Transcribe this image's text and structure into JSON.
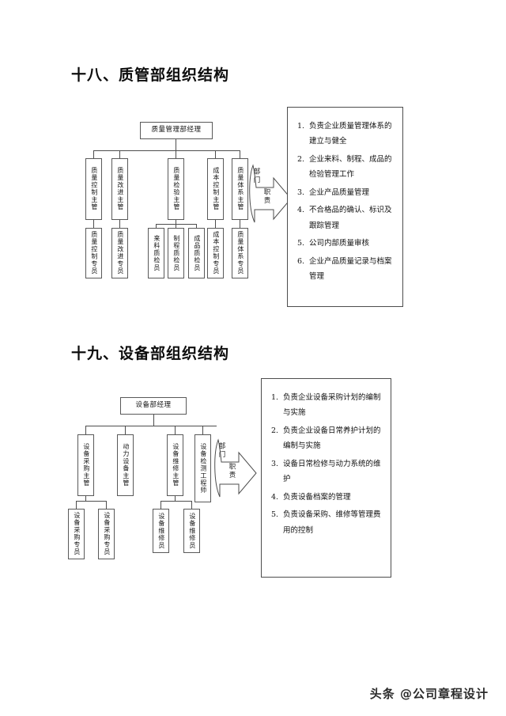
{
  "document": {
    "footer_watermark": "头条 @公司章程设计"
  },
  "sections": [
    {
      "title": "十八、质管部组织结构",
      "chart": {
        "root": "质量管理部经理",
        "level2": [
          "质量控制主管",
          "质量改进主管",
          "质量检验主管",
          "成本控制主管",
          "质量体系主管"
        ],
        "level3": [
          "质量控制专员",
          "质量改进专员",
          "来料质检员",
          "制程质检员",
          "成品质检员",
          "成本控制专员",
          "质量体系专员"
        ]
      },
      "arrow_label_1": "部门",
      "arrow_label_2": "职责",
      "duties": [
        {
          "num": "1.",
          "text": "负责企业质量管理体系的建立与健全"
        },
        {
          "num": "2.",
          "text": "企业来料、制程、成品的检验管理工作"
        },
        {
          "num": "3.",
          "text": "企业产品质量管理"
        },
        {
          "num": "4.",
          "text": "不合格品的确认、标识及跟踪管理"
        },
        {
          "num": "5.",
          "text": "公司内部质量审核"
        },
        {
          "num": "6.",
          "text": "企业产品质量记录与档案管理"
        }
      ]
    },
    {
      "title": "十九、设备部组织结构",
      "chart": {
        "root": "设备部经理",
        "level2": [
          "设备采购主管",
          "动力设备主管",
          "设备维修主管",
          "设备检测工程师"
        ],
        "level3": [
          "设备采购专员",
          "设备采购专员",
          "设备维修员",
          "设备维修员"
        ]
      },
      "arrow_label_1": "部门",
      "arrow_label_2": "职责",
      "duties": [
        {
          "num": "1.",
          "text": "负责企业设备采购计划的编制与实施"
        },
        {
          "num": "2.",
          "text": "负责企业设备日常养护计划的编制与实施"
        },
        {
          "num": "3.",
          "text": "设备日常检修与动力系统的维护"
        },
        {
          "num": "4.",
          "text": "负责设备档案的管理"
        },
        {
          "num": "5.",
          "text": "负责设备采购、维修等管理费用的控制"
        }
      ]
    }
  ]
}
